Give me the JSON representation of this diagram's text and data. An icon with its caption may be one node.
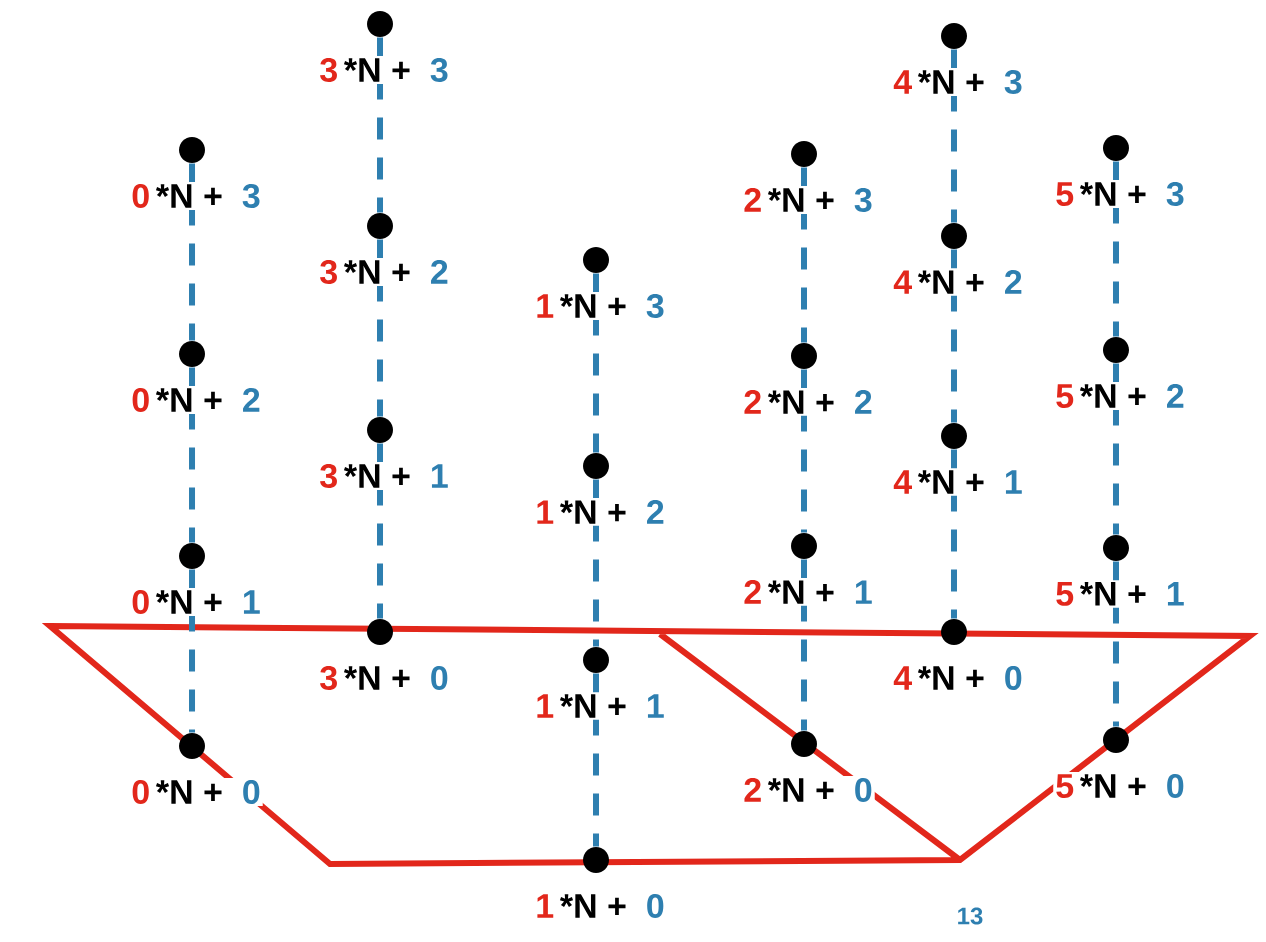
{
  "diagram": {
    "nodes": [
      {
        "text": [],
        "shape": "circle",
        "beside": [
          "0",
          "*N +",
          "3"
        ]
      },
      {
        "text": [],
        "shape": "circle",
        "beside": [
          "0",
          "*N +",
          "2"
        ]
      },
      {
        "text": [],
        "shape": "circle",
        "beside": [
          "0",
          "*N +",
          "1"
        ]
      },
      {
        "text": [],
        "shape": "circle",
        "beside": [
          "0",
          "*N +",
          "0"
        ]
      },
      {
        "text": [],
        "shape": "circle",
        "beside": [
          "3",
          "*N +",
          "3"
        ]
      },
      {
        "text": [],
        "shape": "circle",
        "beside": [
          "3",
          "*N +",
          "2"
        ]
      },
      {
        "text": [],
        "shape": "circle",
        "beside": [
          "3",
          "*N +",
          "1"
        ]
      },
      {
        "text": [],
        "shape": "circle",
        "beside": [
          "3",
          "*N +",
          "0"
        ]
      },
      {
        "text": [],
        "shape": "circle",
        "beside": [
          "1",
          "*N +",
          "3"
        ]
      },
      {
        "text": [],
        "shape": "circle",
        "beside": [
          "1",
          "*N +",
          "2"
        ]
      },
      {
        "text": [],
        "shape": "circle",
        "beside": [
          "1",
          "*N +",
          "1"
        ]
      },
      {
        "text": [],
        "shape": "circle",
        "beside": [
          "1",
          "*N +",
          "0"
        ]
      },
      {
        "text": [],
        "shape": "circle",
        "beside": [
          "2",
          "*N +",
          "3"
        ]
      },
      {
        "text": [],
        "shape": "circle",
        "beside": [
          "2",
          "*N +",
          "2"
        ]
      },
      {
        "text": [],
        "shape": "circle",
        "beside": [
          "2",
          "*N +",
          "1"
        ]
      },
      {
        "text": [],
        "shape": "circle",
        "beside": [
          "2",
          "*N +",
          "0"
        ]
      },
      {
        "text": [],
        "shape": "circle",
        "beside": [
          "4",
          "*N +",
          "3"
        ]
      },
      {
        "text": [],
        "shape": "circle",
        "beside": [
          "4",
          "*N +",
          "2"
        ]
      },
      {
        "text": [],
        "shape": "circle",
        "beside": [
          "4",
          "*N +",
          "1"
        ]
      },
      {
        "text": [],
        "shape": "circle",
        "beside": [
          "4",
          "*N +",
          "0"
        ]
      },
      {
        "text": [],
        "shape": "circle",
        "beside": [
          "5",
          "*N +",
          "3"
        ]
      },
      {
        "text": [],
        "shape": "circle",
        "beside": [
          "5",
          "*N +",
          "2"
        ]
      },
      {
        "text": [],
        "shape": "circle",
        "beside": [
          "5",
          "*N +",
          "1"
        ]
      },
      {
        "text": [],
        "shape": "circle",
        "beside": [
          "5",
          "*N +",
          "0"
        ]
      }
    ],
    "edges": [
      {
        "from": 0,
        "to": 1,
        "arrow": "none",
        "style": "dashed"
      },
      {
        "from": 1,
        "to": 2,
        "arrow": "none",
        "style": "dashed"
      },
      {
        "from": 2,
        "to": 3,
        "arrow": "none",
        "style": "dashed"
      },
      {
        "from": 4,
        "to": 5,
        "arrow": "none",
        "style": "dashed"
      },
      {
        "from": 5,
        "to": 6,
        "arrow": "none",
        "style": "dashed"
      },
      {
        "from": 6,
        "to": 7,
        "arrow": "none",
        "style": "dashed"
      },
      {
        "from": 8,
        "to": 9,
        "arrow": "none",
        "style": "dashed"
      },
      {
        "from": 9,
        "to": 10,
        "arrow": "none",
        "style": "dashed"
      },
      {
        "from": 10,
        "to": 11,
        "arrow": "none",
        "style": "dashed"
      },
      {
        "from": 12,
        "to": 13,
        "arrow": "none",
        "style": "dashed"
      },
      {
        "from": 13,
        "to": 14,
        "arrow": "none",
        "style": "dashed"
      },
      {
        "from": 14,
        "to": 15,
        "arrow": "none",
        "style": "dashed"
      },
      {
        "from": 16,
        "to": 17,
        "arrow": "none",
        "style": "dashed"
      },
      {
        "from": 17,
        "to": 18,
        "arrow": "none",
        "style": "dashed"
      },
      {
        "from": 18,
        "to": 19,
        "arrow": "none",
        "style": "dashed"
      },
      {
        "from": 20,
        "to": 21,
        "arrow": "none",
        "style": "dashed"
      },
      {
        "from": 21,
        "to": 22,
        "arrow": "none",
        "style": "dashed"
      },
      {
        "from": 22,
        "to": 23,
        "arrow": "none",
        "style": "dashed"
      }
    ],
    "labels": [
      "13"
    ]
  }
}
